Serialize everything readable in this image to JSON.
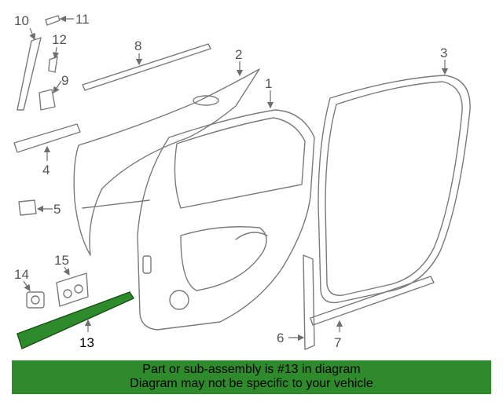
{
  "diagram": {
    "callouts": [
      "1",
      "2",
      "3",
      "4",
      "5",
      "6",
      "7",
      "8",
      "9",
      "10",
      "11",
      "12",
      "13",
      "14",
      "15"
    ],
    "highlighted_part": "13",
    "highlight_color": "#2e8b2b",
    "banner_color": "#2f8a2c"
  },
  "banner": {
    "line1": "Part or sub-assembly is #13 in diagram",
    "line2": "Diagram may not be specific to your vehicle"
  }
}
